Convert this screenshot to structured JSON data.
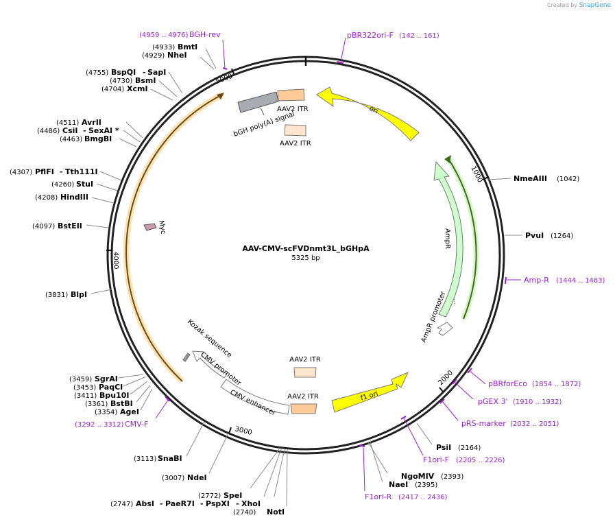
{
  "credit": {
    "prefix": "Created by",
    "brand": "SnapGene"
  },
  "plasmid": {
    "name": "AAV-CMV-scFVDnmt3L_bGHpA",
    "length_label": "5325 bp",
    "length": 5325
  },
  "ticks": [
    "1000",
    "2000",
    "3000",
    "4000",
    "5000"
  ],
  "sites": [
    {
      "name": "NmeAIII",
      "pos": "(1042)"
    },
    {
      "name": "PvuI",
      "pos": "(1264)"
    },
    {
      "name": "PsiI",
      "pos": "(2164)"
    },
    {
      "name": "NgoMIV",
      "pos": "(2393)"
    },
    {
      "name": "NaeI",
      "pos": "(2395)"
    },
    {
      "name": "NotI",
      "pos": "(2740)"
    },
    {
      "name": "AbsI",
      "pos": "(2747)"
    },
    {
      "name": "PaeR7I",
      "pos": ""
    },
    {
      "name": "PspXI",
      "pos": ""
    },
    {
      "name": "XhoI",
      "pos": ""
    },
    {
      "name": "SpeI",
      "pos": "(2772)"
    },
    {
      "name": "NdeI",
      "pos": "(3007)"
    },
    {
      "name": "SnaBI",
      "pos": "(3113)"
    },
    {
      "name": "AgeI",
      "pos": "(3354)"
    },
    {
      "name": "BstBI",
      "pos": "(3361)"
    },
    {
      "name": "Bpu10I",
      "pos": "(3411)"
    },
    {
      "name": "PaqCI",
      "pos": "(3453)"
    },
    {
      "name": "SgrAI",
      "pos": "(3459)"
    },
    {
      "name": "BlpI",
      "pos": "(3831)"
    },
    {
      "name": "BstEII",
      "pos": "(4097)"
    },
    {
      "name": "HindIII",
      "pos": "(4208)"
    },
    {
      "name": "StuI",
      "pos": "(4260)"
    },
    {
      "name": "PflFI",
      "pos": "(4307)"
    },
    {
      "name": "Tth111I",
      "pos": ""
    },
    {
      "name": "BmgBI",
      "pos": "(4463)"
    },
    {
      "name": "CsiI",
      "pos": "(4486)"
    },
    {
      "name": "SexAI *",
      "pos": ""
    },
    {
      "name": "AvrII",
      "pos": "(4511)"
    },
    {
      "name": "XcmI",
      "pos": "(4704)"
    },
    {
      "name": "BsmI",
      "pos": "(4730)"
    },
    {
      "name": "BspQI",
      "pos": "(4755)"
    },
    {
      "name": "SapI",
      "pos": ""
    },
    {
      "name": "NheI",
      "pos": "(4929)"
    },
    {
      "name": "BmtI",
      "pos": "(4933)"
    }
  ],
  "primers": [
    {
      "name": "pBR322ori-F",
      "range": "(142 .. 161)"
    },
    {
      "name": "Amp-R",
      "range": "(1444 .. 1463)"
    },
    {
      "name": "pBRforEco",
      "range": "(1854 .. 1872)"
    },
    {
      "name": "pGEX 3'",
      "range": "(1910 .. 1932)"
    },
    {
      "name": "pRS-marker",
      "range": "(2032 .. 2051)"
    },
    {
      "name": "F1ori-F",
      "range": "(2205 .. 2226)"
    },
    {
      "name": "F1ori-R",
      "range": "(2417 .. 2436)"
    },
    {
      "name": "CMV-F",
      "range": "(3292 .. 3312)"
    },
    {
      "name": "BGH-rev",
      "range": "(4959 .. 4976)"
    }
  ],
  "features": {
    "ori": "ori",
    "ampr": "AmpR",
    "ampr_promoter": "AmpR promoter",
    "f1_ori": "f1 ori",
    "aav2_itr": "AAV2 ITR",
    "cmv_enhancer": "CMV enhancer",
    "cmv_promoter": "CMV promoter",
    "kozak": "Kozak sequence",
    "myc": "Myc",
    "bgh": "bGH poly(A) signal"
  },
  "colors": {
    "ori": "#ffff00",
    "ampr": "#ccffcc",
    "aav2_itr": "#ffcc99",
    "aav2_itr_light": "#ffe6cc",
    "bgh": "#a8acb0",
    "myc": "#c89ab0",
    "orf_orange": "#f0b850",
    "orf_green": "#6cbf3a",
    "primer": "#9b1fd2"
  }
}
